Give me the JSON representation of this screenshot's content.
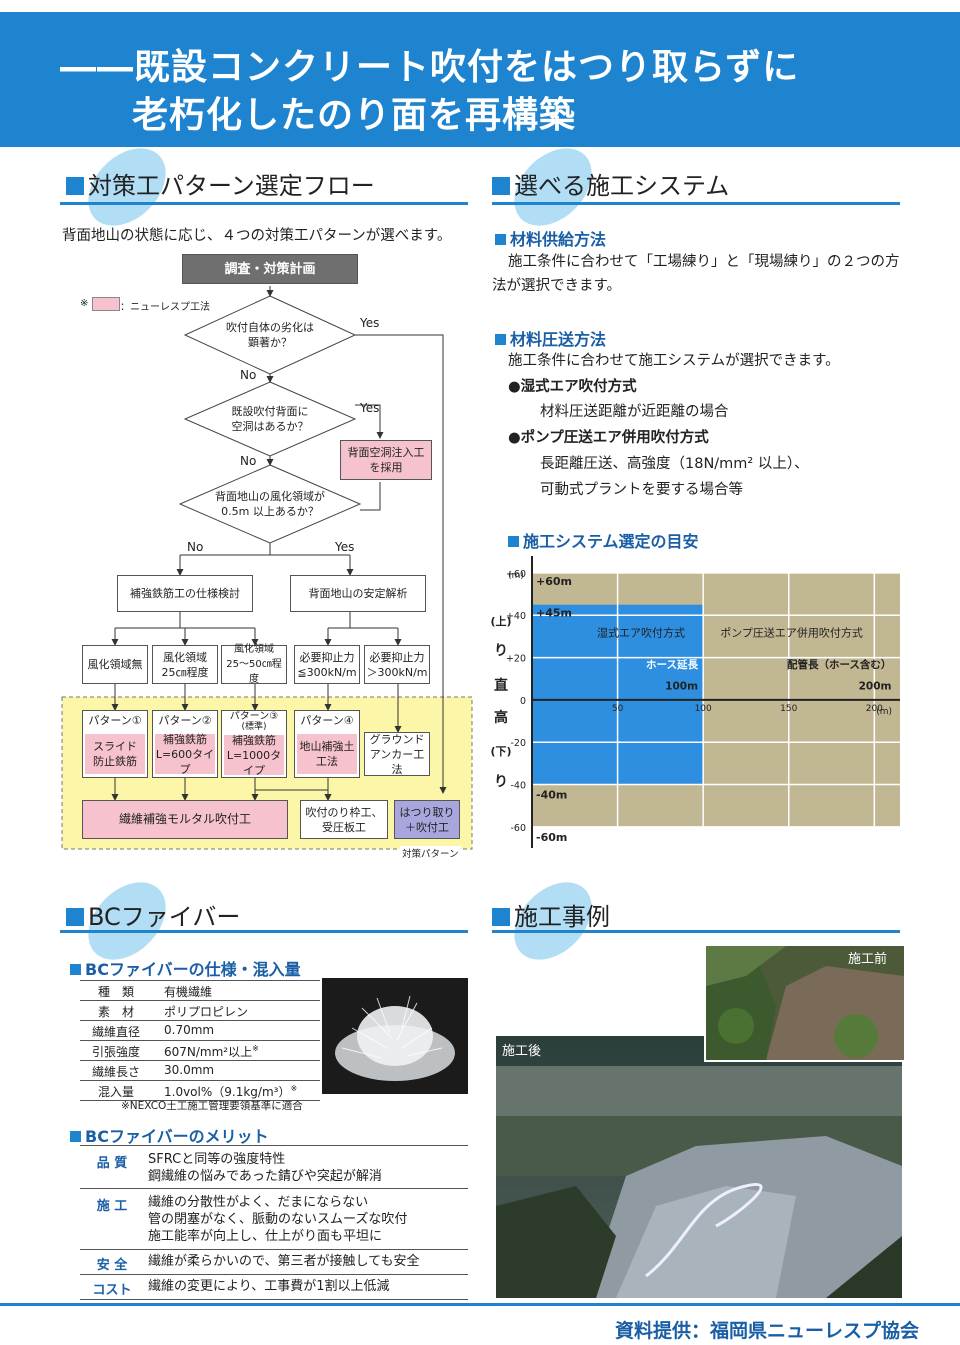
{
  "header": {
    "line1": "――既設コンクリート吹付をはつり取らずに",
    "line2": "老朽化したのり面を再構築"
  },
  "sections": {
    "flow_title": "対策工パターン選定フロー",
    "system_title": "選べる施工システム",
    "bc_title": "BCファイバー",
    "case_title": "施工事例"
  },
  "flow": {
    "intro": "背面地山の状態に応じ、４つの対策工パターンが選べます。",
    "start": "調査・対策計画",
    "legend_note": "※",
    "legend_label": "：ニューレスプ工法",
    "q1": [
      "吹付自体の劣化は",
      "顕著か？"
    ],
    "q2": [
      "既設吹付背面に",
      "空洞はあるか？"
    ],
    "q3": [
      "背面地山の風化領域が",
      "0.5m 以上あるか？"
    ],
    "yes": "Yes",
    "no": "No",
    "cavity": [
      "背面空洞注入工",
      "を採用"
    ],
    "rebar_spec": "補強鉄筋工の仕様検討",
    "stability": "背面地山の安定解析",
    "c1": "風化領域無",
    "c2": [
      "風化領域",
      "25㎝程度"
    ],
    "c3": [
      "風化領域",
      "25～50㎝程度"
    ],
    "c4": [
      "必要抑止力",
      "≦300kN/m"
    ],
    "c5": [
      "必要抑止力",
      "＞300kN/m"
    ],
    "p1": "パターン①",
    "p2": "パターン②",
    "p3": [
      "パターン③",
      "(標準)"
    ],
    "p4": "パターン④",
    "m1": [
      "スライド",
      "防止鉄筋"
    ],
    "m2": [
      "補強鉄筋",
      "L=600タイプ"
    ],
    "m3": [
      "補強鉄筋",
      "L=1000タイプ"
    ],
    "m4": [
      "地山補強土",
      "工法"
    ],
    "m5": [
      "グラウンド",
      "アンカー工法"
    ],
    "b1": "繊維補強モルタル吹付工",
    "b2": [
      "吹付のり枠工、",
      "受圧板工"
    ],
    "b3": [
      "はつり取り",
      "＋吹付工"
    ],
    "pattern_label": "対策パターン"
  },
  "system": {
    "supply_title": "材料供給方法",
    "supply_text1": "施工条件に合わせて「工場練り」と「現場練り」の２つの方",
    "supply_text2": "法が選択できます。",
    "pressure_title": "材料圧送方法",
    "pressure_text": "施工条件に合わせて施工システムが選択できます。",
    "wet_title": "●湿式エア吹付方式",
    "wet_text": "材料圧送距離が近距離の場合",
    "pump_title": "●ポンプ圧送エア併用吹付方式",
    "pump_text1": "長距離圧送、高強度（18N/mm² 以上）、",
    "pump_text2": "可動式プラントを要する場合等"
  },
  "chart_data": {
    "type": "area",
    "title": "施工システム選定の目安",
    "y_unit": "(m)",
    "x_unit": "(m)",
    "ylabel_chars": [
      "(上)",
      "り",
      "直",
      "高",
      "(下)",
      "り"
    ],
    "yticks": [
      "+60",
      "+40",
      "+20",
      "0",
      "-20",
      "-40",
      "-60"
    ],
    "xticks": [
      "50",
      "100",
      "150",
      "200"
    ],
    "ylim": [
      -70,
      68
    ],
    "xlim": [
      0,
      215
    ],
    "regions": [
      {
        "name": "湿式エア吹付方式",
        "hose_label": "ホース延長",
        "x": [
          0,
          100
        ],
        "y": [
          -40,
          45
        ],
        "color": "#2e8ee0",
        "label_value": "100m"
      },
      {
        "name": "ポンプ圧送エア併用吹付方式",
        "hose_label": "配管長（ホース含む）",
        "x": [
          0,
          200
        ],
        "y": [
          -60,
          60
        ],
        "color": "#c2b793",
        "label_value": "200m"
      }
    ],
    "annotations": [
      "+60m",
      "+45m",
      "-40m",
      "-60m"
    ],
    "background": "#c2b793",
    "grid": true
  },
  "bc": {
    "spec_title": "BCファイバーの仕様・混入量",
    "rows": [
      {
        "k": "種　類",
        "v": "有機繊維"
      },
      {
        "k": "素　材",
        "v": "ポリプロピレン"
      },
      {
        "k": "繊維直径",
        "v": "0.70mm"
      },
      {
        "k": "引張強度",
        "v": "607N/mm²以上"
      },
      {
        "k": "繊維長さ",
        "v": "30.0mm"
      },
      {
        "k": "混入量",
        "v": "1.0vol%（9.1kg/m³）"
      }
    ],
    "note_mark": "※",
    "footnote": "※NEXCO土工施工管理要領基準に適合",
    "merit_title": "BCファイバーのメリット",
    "merits": [
      {
        "k": "品 質",
        "v": [
          "SFRCと同等の強度特性",
          "鋼繊維の悩みであった錆びや突起が解消"
        ]
      },
      {
        "k": "施 工",
        "v": [
          "繊維の分散性がよく、だまにならない",
          "管の閉塞がなく、脈動のないスムーズな吹付",
          "施工能率が向上し、仕上がり面も平坦に"
        ]
      },
      {
        "k": "安 全",
        "v": [
          "繊維が柔らかいので、第三者が接触しても安全"
        ]
      },
      {
        "k": "コスト",
        "v": [
          "繊維の変更により、工事費が1割以上低減"
        ]
      }
    ]
  },
  "cases": {
    "before": "施工前",
    "after": "施工後"
  },
  "footer": {
    "credit": "資料提供：福岡県ニューレスプ協会"
  }
}
